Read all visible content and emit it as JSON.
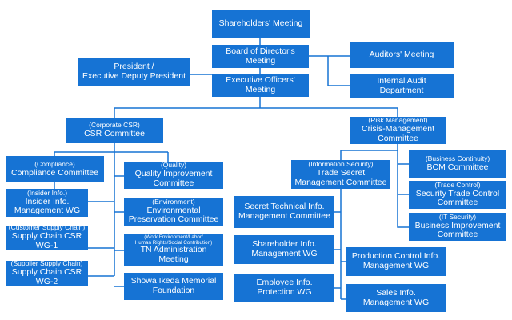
{
  "colors": {
    "box": "#1673d4",
    "line": "#1673d4",
    "text": "#ffffff",
    "background": "#ffffff"
  },
  "nodes": {
    "shareholders": {
      "main": [
        "Shareholders' Meeting"
      ]
    },
    "board": {
      "main": [
        "Board of Director's",
        "Meeting"
      ]
    },
    "auditors": {
      "main": [
        "Auditors' Meeting"
      ]
    },
    "president": {
      "main": [
        "President /",
        "Executive Deputy President"
      ]
    },
    "executive_officers": {
      "main": [
        "Executive Officers'",
        "Meeting"
      ]
    },
    "internal_audit": {
      "main": [
        "Internal Audit",
        "Department"
      ]
    },
    "csr_committee": {
      "sub": "(Corporate CSR)",
      "main": [
        "CSR Committee"
      ]
    },
    "crisis_management": {
      "sub": "(Risk Management)",
      "main": [
        "Crisis-Management",
        "Committee"
      ]
    },
    "compliance": {
      "sub": "(Compliance)",
      "main": [
        "Compliance Committee"
      ]
    },
    "insider_info": {
      "sub": "(Insider Info.)",
      "main": [
        "Insider Info.",
        "Management WG"
      ]
    },
    "supply_chain_1": {
      "sub": "(Customer Supply Chain)",
      "main": [
        "Supply Chain CSR WG-1"
      ]
    },
    "supply_chain_2": {
      "sub": "(Supplier Supply Chain)",
      "main": [
        "Supply Chain CSR WG-2"
      ]
    },
    "quality": {
      "sub": "(Quality)",
      "main": [
        "Quality Improvement",
        "Committee"
      ]
    },
    "environmental": {
      "sub": "(Environment)",
      "main": [
        "Environmental",
        "Preservation Committee"
      ]
    },
    "tn_admin": {
      "tiny": [
        "(Work Environment/Labor/",
        "Human Rights/Social Contribution)"
      ],
      "main": [
        "TN Administration",
        "Meeting"
      ]
    },
    "showa_ikeda": {
      "main": [
        "Showa Ikeda Memorial",
        "Foundation"
      ]
    },
    "trade_secret": {
      "sub": "(Information Security)",
      "main": [
        "Trade Secret",
        "Management Committee"
      ]
    },
    "secret_technical": {
      "main": [
        "Secret Technical Info.",
        "Management Committee"
      ]
    },
    "shareholder_info": {
      "main": [
        "Shareholder Info.",
        "Management WG"
      ]
    },
    "employee_info": {
      "main": [
        "Employee Info.",
        "Protection WG"
      ]
    },
    "production_control": {
      "main": [
        "Production Control Info.",
        "Management WG"
      ]
    },
    "sales_info": {
      "main": [
        "Sales Info.",
        "Management WG"
      ]
    },
    "bcm": {
      "sub": "(Business Continuity)",
      "main": [
        "BCM Committee"
      ]
    },
    "security_trade": {
      "sub": "(Trade Control)",
      "main": [
        "Security Trade Control",
        "Committee"
      ]
    },
    "business_improvement": {
      "sub": "(IT Security)",
      "main": [
        "Business Improvement",
        "Committee"
      ]
    }
  }
}
